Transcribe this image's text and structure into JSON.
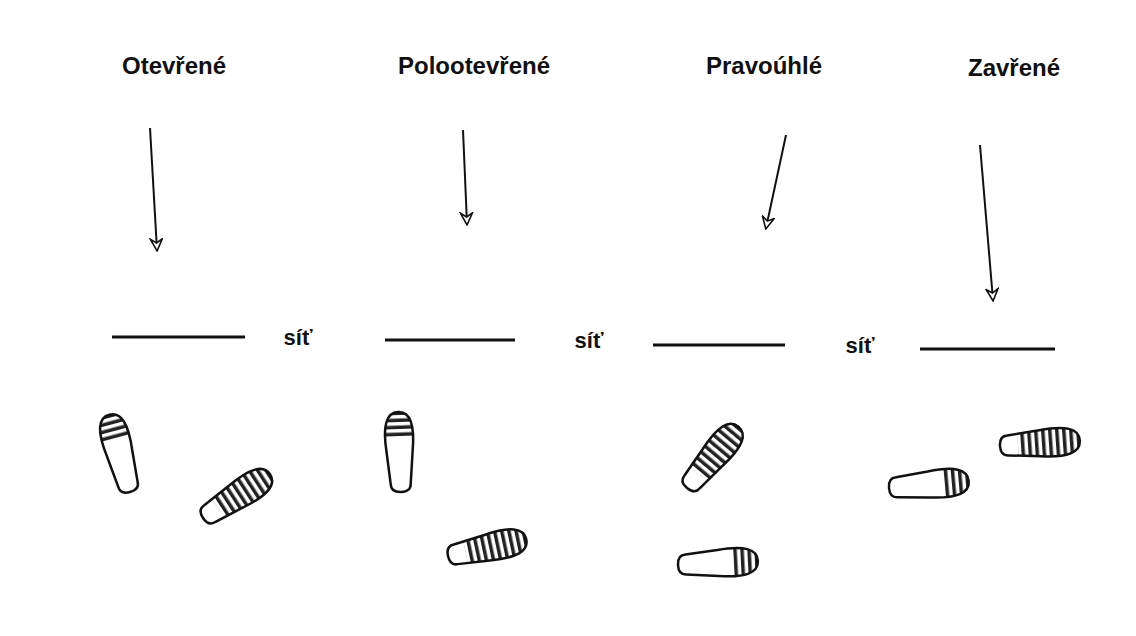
{
  "diagram": {
    "labels": [
      "Otevřené",
      "Polootevřené",
      "Pravoúhlé",
      "Zavřené",
      "síť",
      "síť",
      "síť"
    ]
  }
}
